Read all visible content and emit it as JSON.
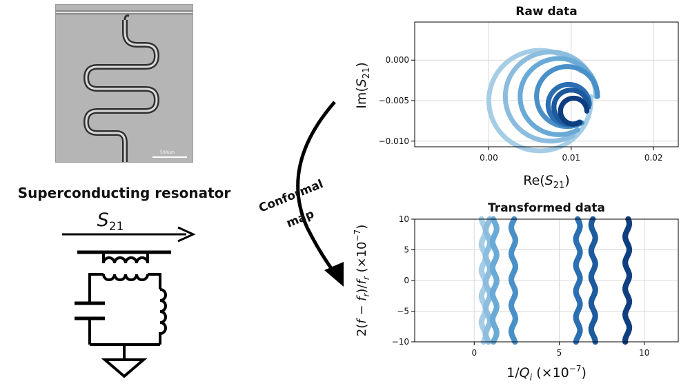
{
  "micrograph": {
    "scale_bar_label": "500um"
  },
  "resonator": {
    "title": "Superconducting resonator",
    "port_label": "S",
    "port_sub": "21"
  },
  "arrow_label": {
    "line1": "Conformal",
    "line2": "map"
  },
  "chart_data": [
    {
      "type": "scatter",
      "title": "Raw data",
      "xlabel": "Re(S21)",
      "ylabel": "Im(S21)",
      "xlim": [
        -0.009,
        0.023
      ],
      "ylim": [
        -0.0107,
        0.0047
      ],
      "xticks": [
        0.0,
        0.01,
        0.02
      ],
      "xtick_labels": [
        "0.00",
        "0.01",
        "0.02"
      ],
      "yticks": [
        0.0,
        -0.005,
        -0.01
      ],
      "ytick_labels": [
        "0.000",
        "−0.005",
        "−0.010"
      ],
      "grid": true,
      "series": [
        {
          "color": "#a6cde6",
          "center": [
            0.0062,
            -0.005
          ],
          "radius": 0.0062,
          "gap_start_deg": 5,
          "gap_end_deg": 35
        },
        {
          "color": "#8cbddf",
          "center": [
            0.0075,
            -0.0045
          ],
          "radius": 0.0055,
          "gap_start_deg": 300,
          "gap_end_deg": 360
        },
        {
          "color": "#6aaad6",
          "center": [
            0.0085,
            -0.0045
          ],
          "radius": 0.0047,
          "gap_start_deg": 300,
          "gap_end_deg": 360
        },
        {
          "color": "#4a90c8",
          "center": [
            0.0095,
            -0.0045
          ],
          "radius": 0.0037,
          "gap_start_deg": 300,
          "gap_end_deg": 360
        },
        {
          "color": "#2b6fb3",
          "center": [
            0.0097,
            -0.0055
          ],
          "radius": 0.0025,
          "gap_start_deg": 300,
          "gap_end_deg": 360
        },
        {
          "color": "#1d5a9e",
          "center": [
            0.01,
            -0.0058
          ],
          "radius": 0.0021,
          "gap_start_deg": 300,
          "gap_end_deg": 360
        },
        {
          "color": "#0f3f80",
          "center": [
            0.0103,
            -0.0063
          ],
          "radius": 0.0016,
          "gap_start_deg": 300,
          "gap_end_deg": 360
        }
      ]
    },
    {
      "type": "scatter",
      "title": "Transformed data",
      "xlabel": "1/Q_i (×10⁻⁷)",
      "ylabel": "2(f − f_r)/f_r (×10⁻⁷)",
      "xlim": [
        -3.5,
        12
      ],
      "ylim": [
        -10,
        10
      ],
      "xticks": [
        0,
        5,
        10
      ],
      "xtick_labels": [
        "0",
        "5",
        "10"
      ],
      "yticks": [
        10,
        5,
        0,
        -5,
        -10
      ],
      "ytick_labels": [
        "10",
        "5",
        "0",
        "−5",
        "−10"
      ],
      "grid": true,
      "series": [
        {
          "color": "#a6cde6",
          "x": 0.55
        },
        {
          "color": "#8cbddf",
          "x": 0.8
        },
        {
          "color": "#6aaad6",
          "x": 1.2
        },
        {
          "color": "#4a90c8",
          "x": 2.3
        },
        {
          "color": "#2b6fb3",
          "x": 6.1
        },
        {
          "color": "#1d5a9e",
          "x": 7.0
        },
        {
          "color": "#0f3f80",
          "x": 9.0
        }
      ]
    }
  ]
}
